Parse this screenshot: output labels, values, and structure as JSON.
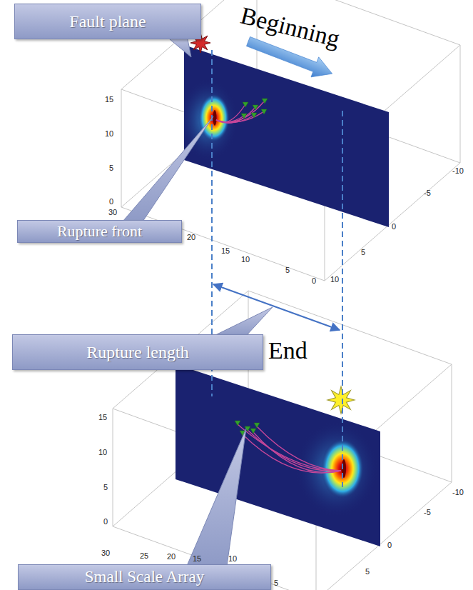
{
  "diagram": {
    "nodes": [
      {
        "text": [
          "Fault plane"
        ]
      },
      {
        "text": [
          "Rupture front"
        ]
      },
      {
        "text": [
          "Rupture length"
        ]
      },
      {
        "text": [
          "Small Scale Array"
        ]
      }
    ],
    "labels": [
      "Beginning",
      "15",
      "10",
      "5",
      "0",
      "30",
      "20",
      "15",
      "10",
      "5",
      "0",
      "10",
      "-10",
      "-5",
      "0",
      "5",
      "End",
      "15",
      "10",
      "5",
      "0",
      "30",
      "25",
      "20",
      "15",
      "10",
      "5",
      "-10",
      "-5",
      "0",
      "5"
    ]
  }
}
